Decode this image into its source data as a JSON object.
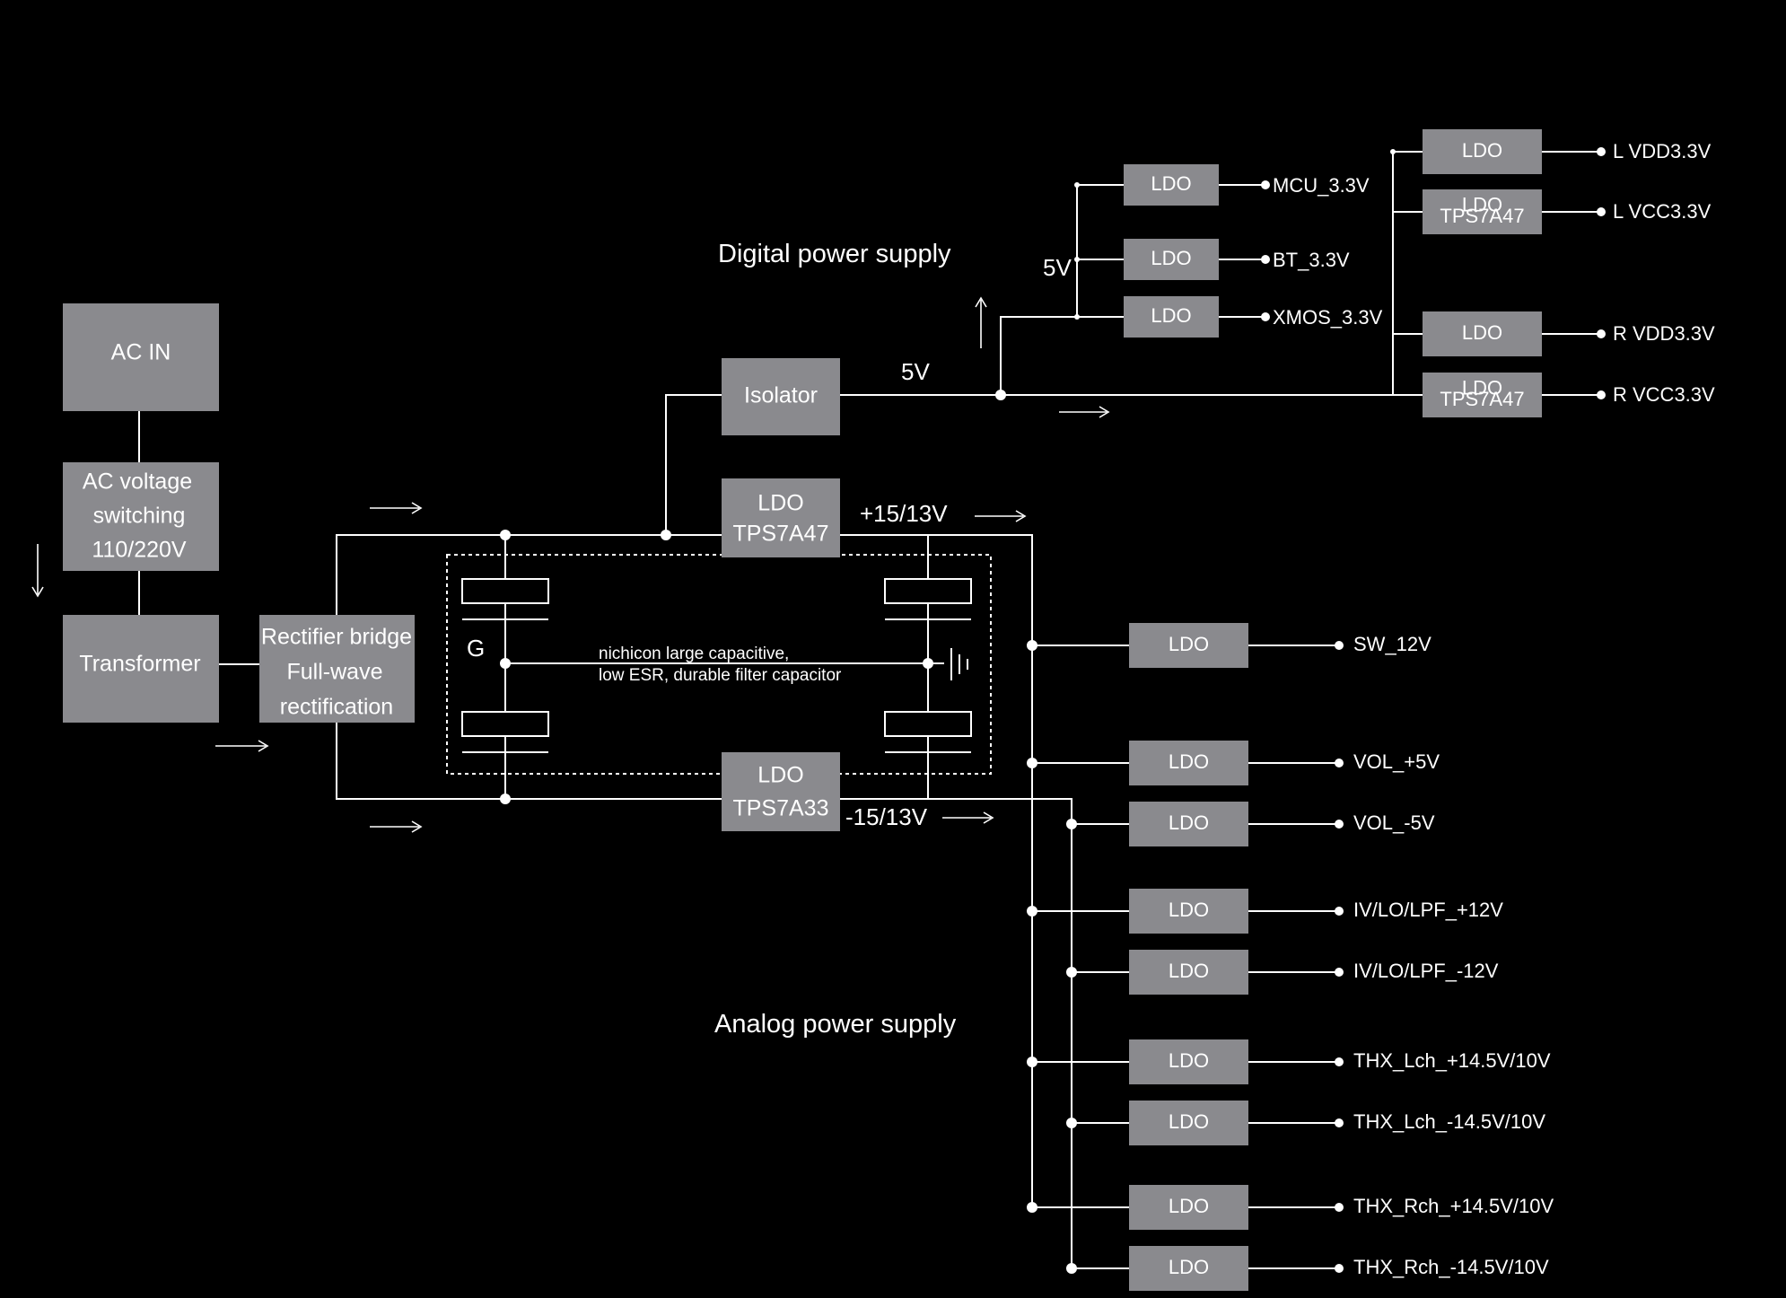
{
  "sections": {
    "digital": "Digital power supply",
    "analog": "Analog power supply"
  },
  "blocks": {
    "ac_in": "AC IN",
    "ac_switch": [
      "AC voltage",
      "switching",
      "110/220V"
    ],
    "transformer": "Transformer",
    "rectifier": [
      "Rectifier bridge",
      "Full-wave",
      "rectification"
    ],
    "isolator": "Isolator",
    "ldo_pos": [
      "LDO",
      "TPS7A47"
    ],
    "ldo_neg": [
      "LDO",
      "TPS7A33"
    ]
  },
  "capacitor": {
    "ground_label": "G",
    "note": [
      "nichicon large capacitive,",
      "low ESR, durable filter capacitor"
    ]
  },
  "rails": {
    "pos": "+15/13V",
    "neg": "-15/13V",
    "isolator_out": "5V",
    "digital_bus": "5V"
  },
  "ldo_label": "LDO",
  "tps7a47_label": [
    "LDO",
    "TPS7A47"
  ],
  "digital_outputs_left": [
    "MCU_3.3V",
    "BT_3.3V",
    "XMOS_3.3V"
  ],
  "digital_outputs_right": [
    {
      "type": "LDO",
      "label": "L VDD3.3V"
    },
    {
      "type": "TPS7A47",
      "label": "L VCC3.3V"
    },
    {
      "type": "LDO",
      "label": "R VDD3.3V"
    },
    {
      "type": "TPS7A47",
      "label": "R VCC3.3V"
    }
  ],
  "analog_outputs": [
    {
      "rail": "pos",
      "label": "SW_12V"
    },
    {
      "rail": "pos",
      "label": "VOL_+5V"
    },
    {
      "rail": "neg",
      "label": "VOL_-5V"
    },
    {
      "rail": "pos",
      "label": "IV/LO/LPF_+12V"
    },
    {
      "rail": "neg",
      "label": "IV/LO/LPF_-12V"
    },
    {
      "rail": "pos",
      "label": "THX_Lch_+14.5V/10V"
    },
    {
      "rail": "neg",
      "label": "THX_Lch_-14.5V/10V"
    },
    {
      "rail": "pos",
      "label": "THX_Rch_+14.5V/10V"
    },
    {
      "rail": "neg",
      "label": "THX_Rch_-14.5V/10V"
    }
  ],
  "colors": {
    "background": "#000000",
    "block": "#8a8a8e",
    "line": "#ffffff"
  }
}
